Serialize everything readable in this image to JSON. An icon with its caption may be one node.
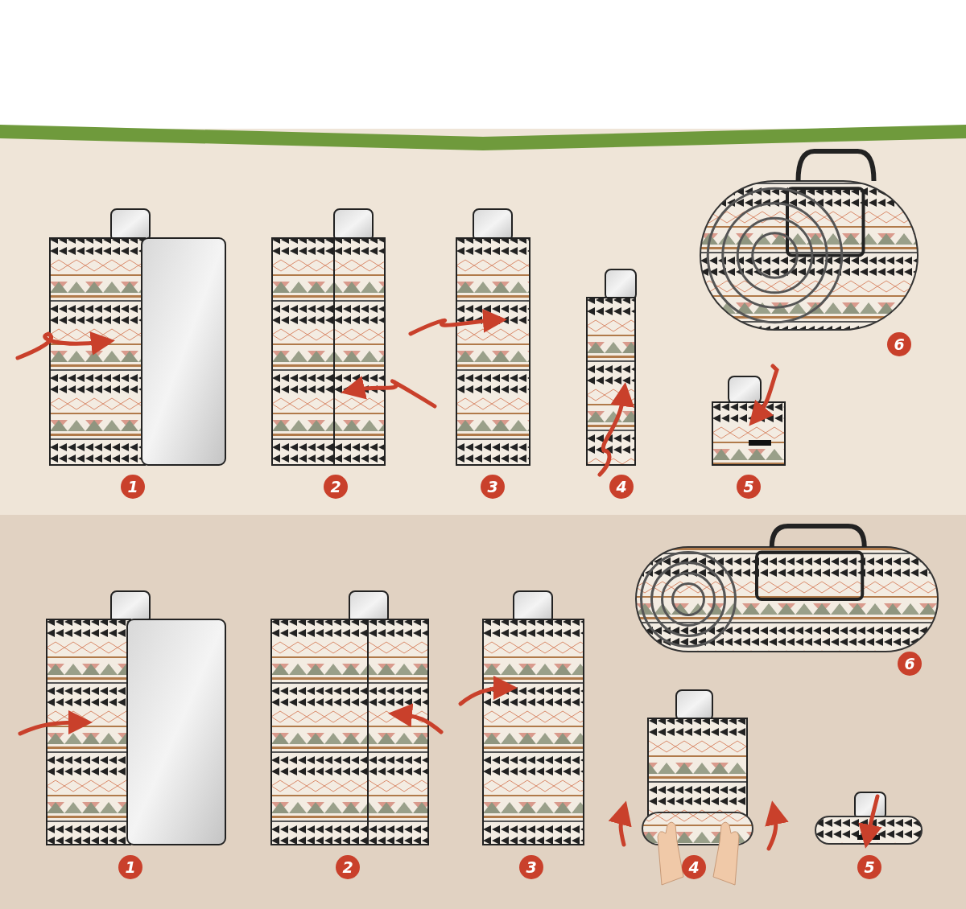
{
  "diagram": {
    "labels": [
      "6",
      "1",
      "2",
      "3",
      "4",
      "5",
      "6",
      "1",
      "2",
      "3",
      "4",
      "5"
    ]
  }
}
